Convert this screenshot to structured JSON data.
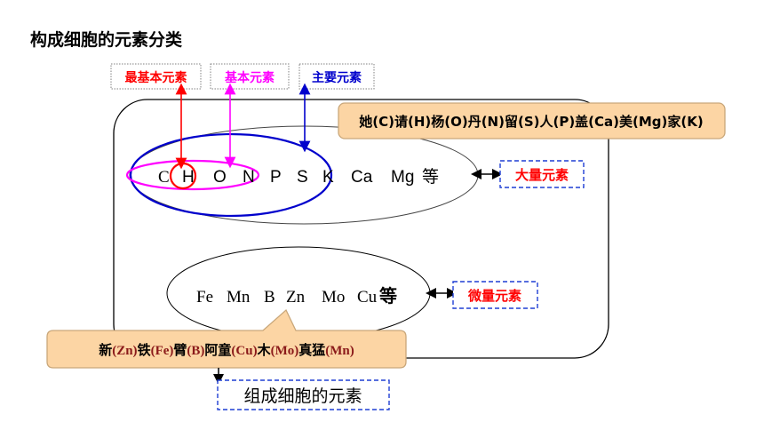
{
  "title": "构成细胞的元素分类",
  "labels": {
    "most_basic": "最基本元素",
    "basic": "基本元素",
    "main": "主要元素",
    "macro": "大量元素",
    "micro": "微量元素",
    "cell_elements": "组成细胞的元素"
  },
  "mnemonic_macro": "她(C)请(H)杨(O)丹(N)留(S)人(P)盖(Ca)美(Mg)家(K)",
  "mnemonic_micro": [
    {
      "t": "新",
      "e": false
    },
    {
      "t": "(Zn)",
      "e": true
    },
    {
      "t": "铁",
      "e": false
    },
    {
      "t": "(Fe)",
      "e": true
    },
    {
      "t": "臂",
      "e": false
    },
    {
      "t": "(B)",
      "e": true
    },
    {
      "t": "阿童",
      "e": false
    },
    {
      "t": "(Cu)",
      "e": true
    },
    {
      "t": "木",
      "e": false
    },
    {
      "t": "(Mo)",
      "e": true
    },
    {
      "t": "真猛",
      "e": false
    },
    {
      "t": "(Mn)",
      "e": true
    }
  ],
  "macro_elements": [
    "C",
    "H",
    "O",
    "N",
    "P",
    "S",
    "K",
    "Ca",
    "Mg"
  ],
  "macro_suffix": "等",
  "micro_elements": [
    "Fe",
    "Mn",
    "B",
    "Zn",
    "Mo",
    "Cu"
  ],
  "micro_suffix": "等",
  "colors": {
    "red": "#ff0000",
    "magenta": "#ff00ff",
    "blue": "#0000cc",
    "dash_blue": "#1f3fd4",
    "callout_fill": "#fcd5a4",
    "callout_stroke": "#c9a77a",
    "element_accent": "#8b1a1a",
    "gray_dotted": "#808080"
  }
}
